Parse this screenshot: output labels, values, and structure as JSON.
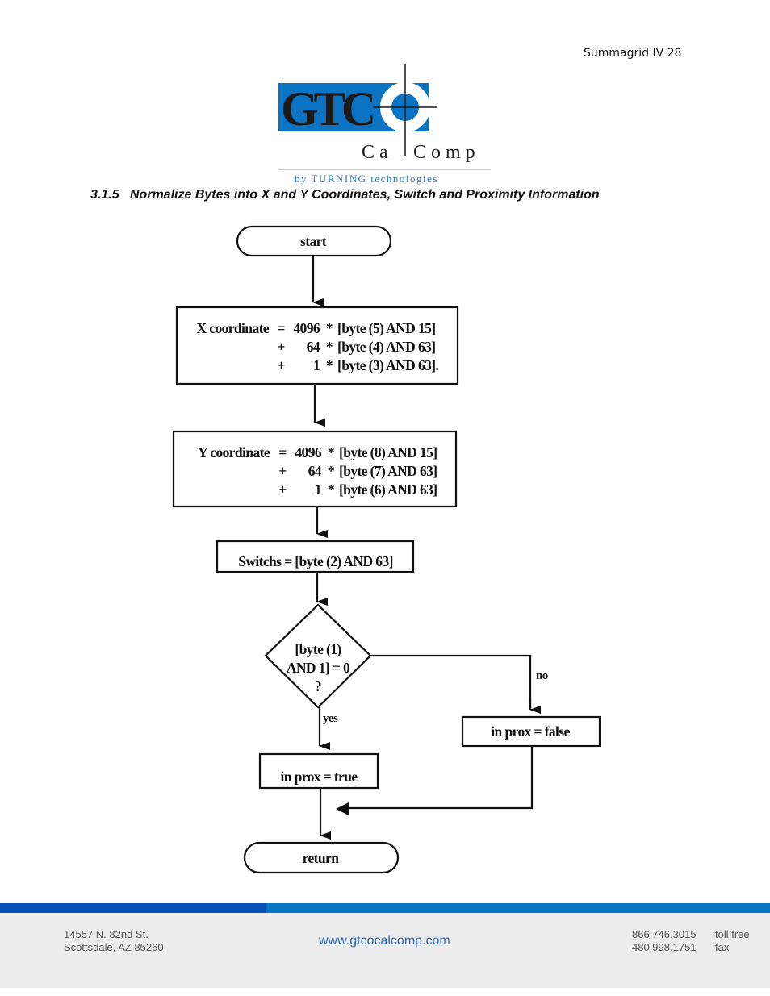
{
  "header": {
    "page_label": "Summagrid IV 28"
  },
  "logo": {
    "main": "GTCO",
    "sub": "CalComp",
    "tagline": "by TURNING technologies",
    "brand_blue": "#0a73c4"
  },
  "section": {
    "title": "3.1.5   Normalize Bytes into X and Y Coordinates, Switch and Proximity Information"
  },
  "flowchart": {
    "start": "start",
    "x_box": {
      "label": "X coordinate",
      "lines": [
        {
          "op": "=",
          "mult": "4096",
          "expr": "[byte (5) AND 15]"
        },
        {
          "op": "+",
          "mult": "64",
          "expr": "[byte (4) AND 63]"
        },
        {
          "op": "+",
          "mult": "1",
          "expr": "[byte (3) AND 63]."
        }
      ]
    },
    "y_box": {
      "label": "Y coordinate",
      "lines": [
        {
          "op": "=",
          "mult": "4096",
          "expr": "[byte (8) AND 15]"
        },
        {
          "op": "+",
          "mult": "64",
          "expr": "[byte (7) AND 63]"
        },
        {
          "op": "+",
          "mult": "1",
          "expr": "[byte (6) AND 63]"
        }
      ]
    },
    "switch_box": "Switchs = [byte (2) AND 63]",
    "decision": [
      "[byte (1)",
      "AND 1] = 0",
      "?"
    ],
    "yes_label": "yes",
    "no_label": "no",
    "prox_true": "in prox = true",
    "prox_false": "in prox = false",
    "return": "return"
  },
  "footer": {
    "address_line1": "14557 N. 82nd St.",
    "address_line2": "Scottsdale, AZ 85260",
    "website": "www.gtcocalcomp.com",
    "phone_tollfree": "866.746.3015",
    "phone_fax": "480.998.1751",
    "tollfree_label": "toll free",
    "fax_label": "fax"
  }
}
